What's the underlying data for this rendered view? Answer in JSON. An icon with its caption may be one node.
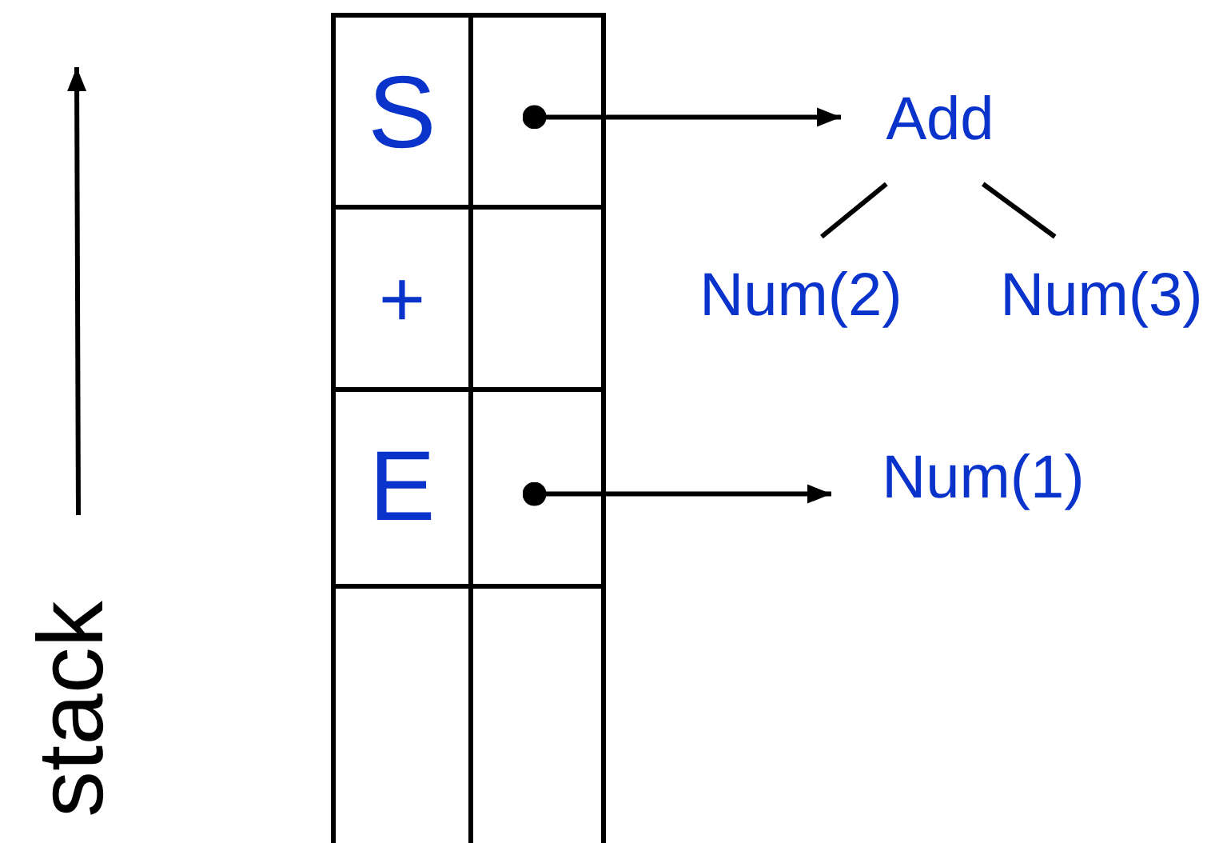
{
  "diagram": {
    "nodes": [
      {
        "text": [
          "S"
        ]
      },
      {
        "text": [],
        "shape": "box"
      },
      {
        "text": [
          "+"
        ]
      },
      {
        "text": [],
        "shape": "box"
      },
      {
        "text": [
          "E"
        ]
      },
      {
        "text": [],
        "shape": "box"
      },
      {
        "text": [],
        "shape": "box"
      },
      {
        "text": [],
        "shape": "box"
      },
      {
        "text": [
          "Add"
        ]
      },
      {
        "text": [
          "Num(2)"
        ]
      },
      {
        "text": [
          "Num(3)"
        ]
      },
      {
        "text": [
          "Num(1)"
        ]
      }
    ],
    "edges": [
      {
        "from": 1,
        "to": 8,
        "arrow": "to"
      },
      {
        "from": 8,
        "to": 9,
        "arrow": "none"
      },
      {
        "from": 8,
        "to": 10,
        "arrow": "none"
      },
      {
        "from": 5,
        "to": 11,
        "arrow": "to"
      }
    ],
    "labels": [
      "stack"
    ]
  }
}
